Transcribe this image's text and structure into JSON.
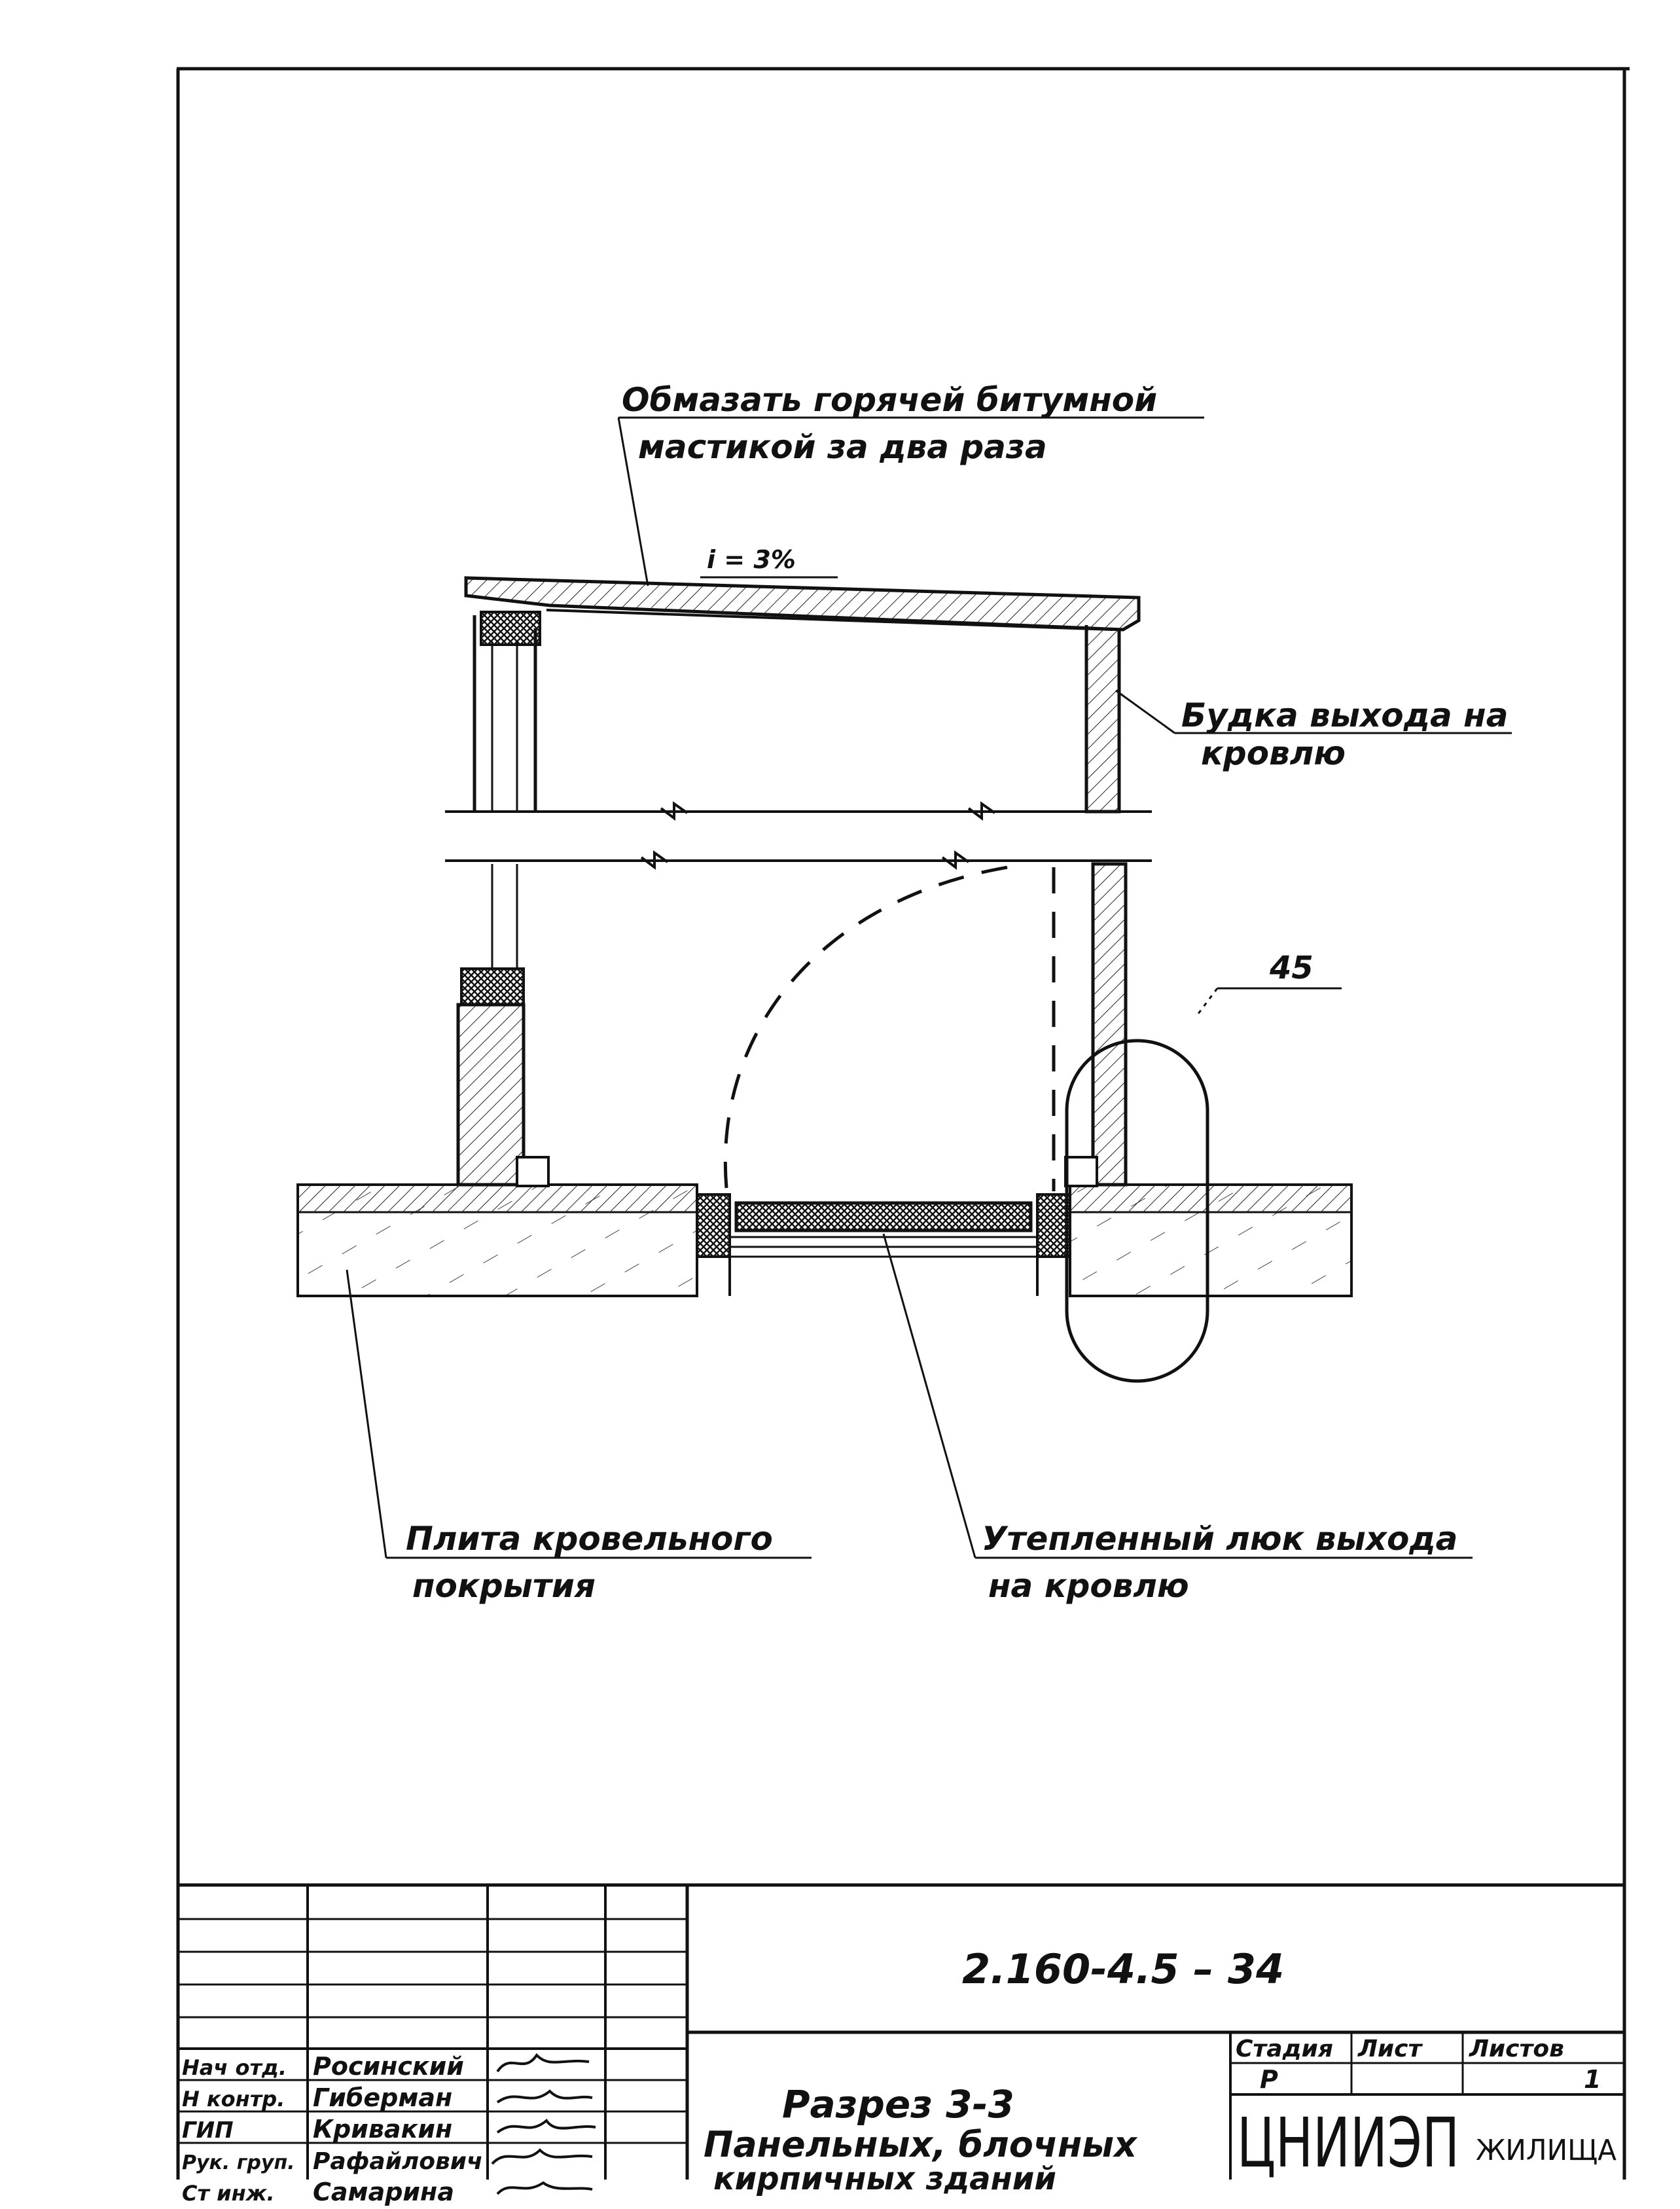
{
  "drawing": {
    "annotations": {
      "coating_line1": "Обмазать горячей битумной",
      "coating_line2": "мастикой за два раза",
      "slope": "i = 3%",
      "booth_line1": "Будка выхода на",
      "booth_line2": "кровлю",
      "detail_ref": "45",
      "slab_line1": "Плита кровельного",
      "slab_line2": "покрытия",
      "hatch_line1": "Утепленный люк выхода",
      "hatch_line2": "на кровлю"
    }
  },
  "title_block": {
    "doc_code": "2.160-4.5 – 34",
    "title_line1": "Разрез 3-3",
    "title_line2": "Панельных, блочных",
    "title_line3": "кирпичных зданий",
    "stage_header": "Стадия",
    "sheet_header": "Лист",
    "sheets_header": "Листов",
    "stage_value": "Р",
    "sheet_value": "",
    "sheets_value": "1",
    "org_main": "ЦНИИЭП",
    "org_sub": "ЖИЛИЩА",
    "signatures": [
      {
        "role": "Нач отд.",
        "name": "Росинский"
      },
      {
        "role": "Н контр.",
        "name": "Гиберман"
      },
      {
        "role": "ГИП",
        "name": "Кривакин"
      },
      {
        "role": "Рук. груп.",
        "name": "Рафайлович"
      },
      {
        "role": "Ст инж.",
        "name": "Самарина"
      }
    ]
  },
  "colors": {
    "ink": "#111111",
    "paper": "#ffffff"
  }
}
